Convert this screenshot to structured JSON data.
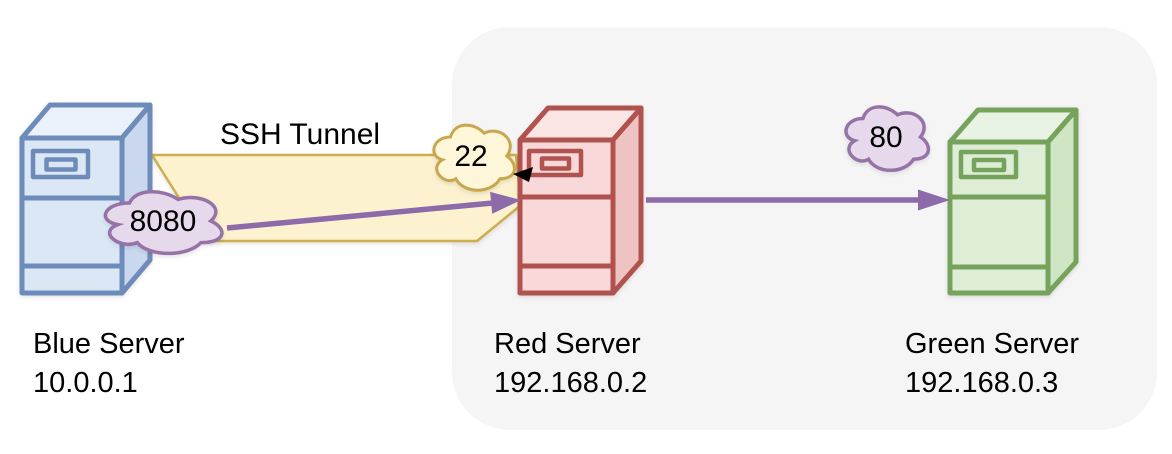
{
  "diagram": {
    "tunnel": {
      "label": "SSH Tunnel"
    },
    "ports": {
      "blue": "8080",
      "red": "22",
      "green": "80"
    },
    "servers": {
      "blue": {
        "name": "Blue Server",
        "ip": "10.0.0.1"
      },
      "red": {
        "name": "Red Server",
        "ip": "192.168.0.2"
      },
      "green": {
        "name": "Green Server",
        "ip": "192.168.0.3"
      }
    },
    "colors": {
      "blue_server_stroke": "#6E8CB9",
      "blue_server_fill": "#DCE7F6",
      "red_server_stroke": "#B0524E",
      "red_server_fill": "#F8D8D8",
      "green_server_stroke": "#76A35C",
      "green_server_fill": "#DEEDD6",
      "tunnel_fill": "#FCF2CF",
      "tunnel_stroke": "#CFAE4E",
      "arrow_purple": "#8D6BAB",
      "cloud_purple_fill": "#E7D9EC",
      "cloud_purple_stroke": "#9673A6",
      "cloud_yellow_fill": "#FDF6D8",
      "cloud_yellow_stroke": "#C8A84C",
      "private_network_bg": "#F5F5F6"
    }
  }
}
